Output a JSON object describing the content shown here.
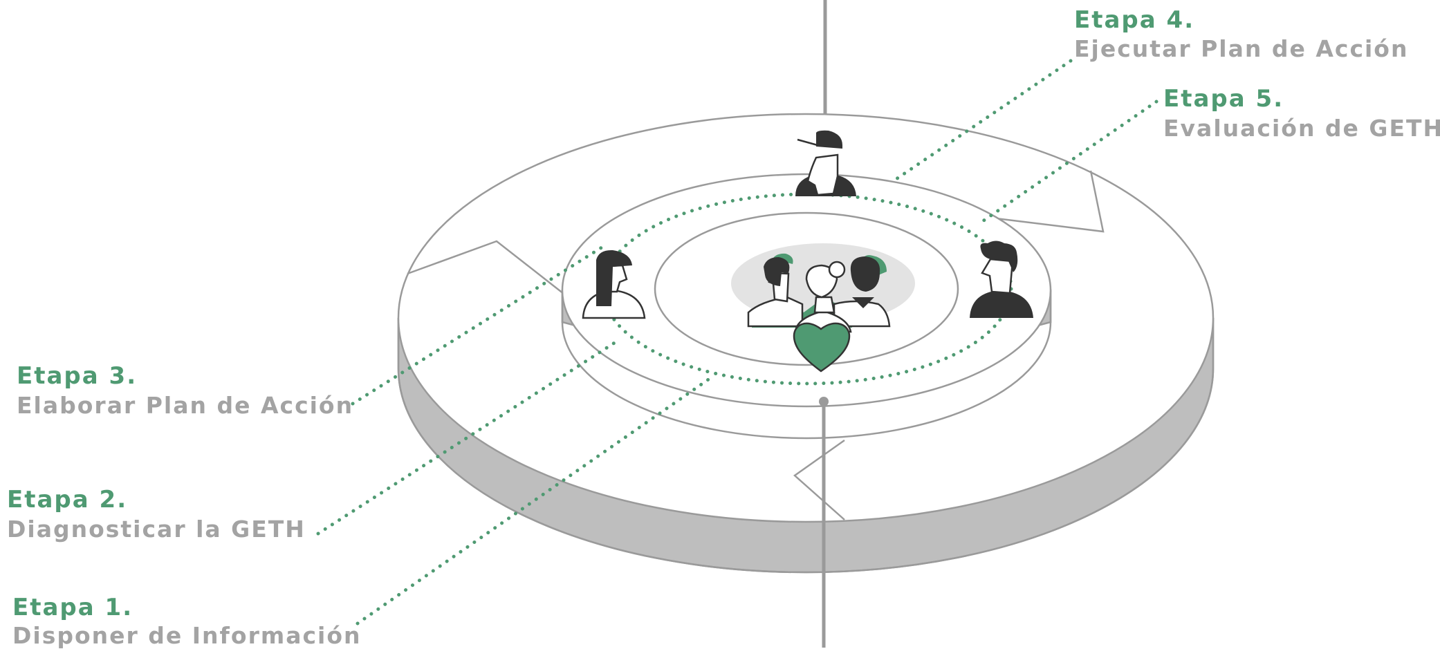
{
  "colors": {
    "accent": "#4f9a72",
    "muted_text": "#a3a3a3",
    "disc_side": "#bebebe",
    "outline": "#9a9a9a",
    "dark_figure": "#333333"
  },
  "stages": [
    {
      "id": "stage-1",
      "title": "Etapa 1.",
      "description": "Disponer de Información"
    },
    {
      "id": "stage-2",
      "title": "Etapa 2.",
      "description": "Diagnosticar la GETH"
    },
    {
      "id": "stage-3",
      "title": "Etapa 3.",
      "description": "Elaborar Plan de Acción"
    },
    {
      "id": "stage-4",
      "title": "Etapa 4.",
      "description": "Ejecutar Plan de Acción"
    },
    {
      "id": "stage-5",
      "title": "Etapa 5.",
      "description": "Evaluación de GETH"
    }
  ],
  "icons": {
    "center": "team-with-heart-icon",
    "people": [
      "person-cap-icon",
      "person-longhair-icon",
      "person-curly-icon"
    ]
  }
}
